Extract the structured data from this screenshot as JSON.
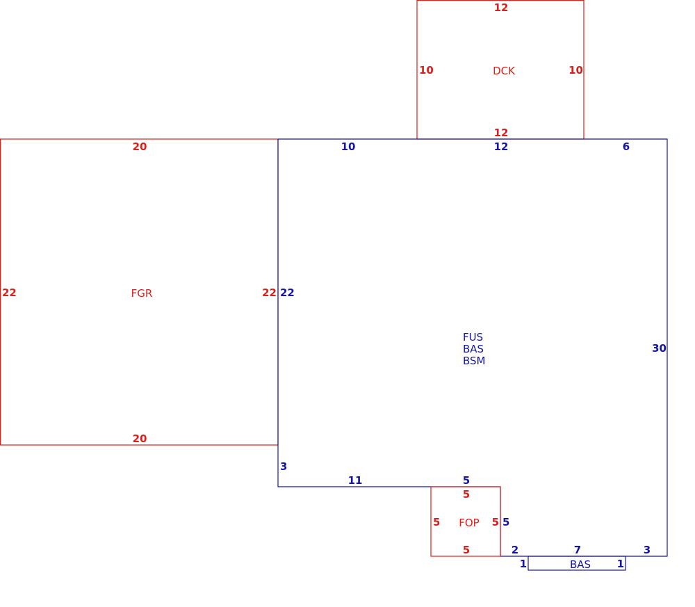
{
  "colors": {
    "red": "#d9201c",
    "blue": "#1515a8",
    "background": "#ffffff"
  },
  "areas": {
    "dck": {
      "label": "DCK",
      "dims": {
        "top": "12",
        "left": "10",
        "right": "10",
        "bottom": "12"
      }
    },
    "fgr": {
      "label": "FGR",
      "dims": {
        "top": "20",
        "left": "22",
        "right": "22",
        "bottom": "20"
      }
    },
    "main": {
      "labels": [
        "FUS",
        "BAS",
        "BSM"
      ],
      "dims": {
        "top_a": "10",
        "top_b": "12",
        "top_c": "6",
        "left": "22",
        "right": "30",
        "notch": "3",
        "bottom_left": "11",
        "bottom_porch_top": "5",
        "porch_right": "5",
        "bump_left_top": "2",
        "bump_mid_top": "7",
        "bump_right_top": "3"
      }
    },
    "fop": {
      "label": "FOP",
      "dims": {
        "top": "5",
        "left": "5",
        "right": "5",
        "bottom": "5"
      }
    },
    "bas_bump": {
      "label": "BAS",
      "dims": {
        "left": "1",
        "right": "1"
      }
    }
  }
}
